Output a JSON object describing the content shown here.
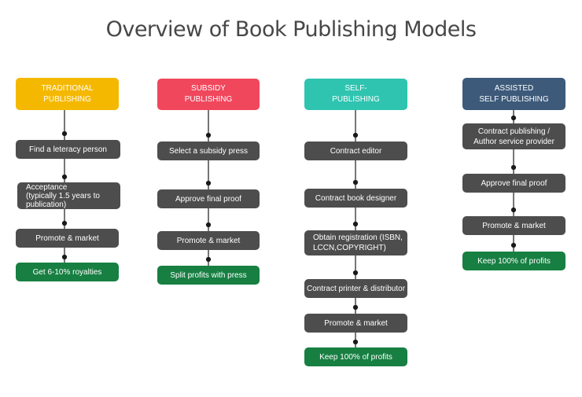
{
  "title": "Overview of Book Publishing Models",
  "colors": {
    "traditional": "#f5b800",
    "subsidy": "#f0475d",
    "self": "#2ec4b0",
    "assisted": "#3d5a7a",
    "step": "#4d4d4d",
    "result": "#177f42",
    "connector": "#1a1a1a"
  },
  "columns": [
    {
      "header": "TRADITIONAL\nPUBLISHING",
      "steps": [
        "Find a leteracy person",
        "Acceptance\n(typically 1.5 years to\npublication)",
        "Promote & market"
      ],
      "result": "Get 6-10% royalties"
    },
    {
      "header": "SUBSIDY\nPUBLISHING",
      "steps": [
        "Select a subsidy press",
        "Approve final proof",
        "Promote & market"
      ],
      "result": "Split profits with press"
    },
    {
      "header": "SELF-\nPUBLISHING",
      "steps": [
        "Contract editor",
        "Contract book designer",
        "Obtain registration (ISBN,\nLCCN,COPYRIGHT)",
        "Contract printer & distributor",
        "Promote & market"
      ],
      "result": "Keep 100% of profits"
    },
    {
      "header": "ASSISTED\nSELF PUBLISHING",
      "steps": [
        "Contract publishing /\nAuthor service provider",
        "Approve final proof",
        "Promote & market"
      ],
      "result": "Keep 100% of profits"
    }
  ]
}
